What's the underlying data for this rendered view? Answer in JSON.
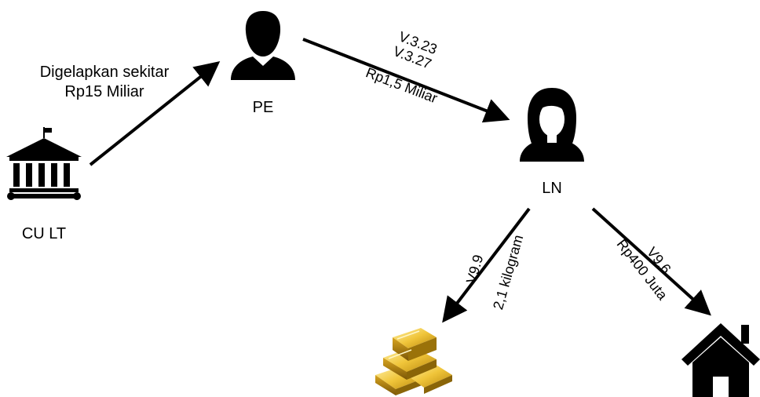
{
  "nodes": {
    "cu": {
      "label": "CU LT",
      "icon": "bank-building-icon"
    },
    "pe": {
      "label": "PE",
      "icon": "male-person-icon"
    },
    "ln": {
      "label": "LN",
      "icon": "female-person-icon"
    },
    "gold": {
      "icon": "gold-bars-icon"
    },
    "house": {
      "icon": "house-icon"
    }
  },
  "edges": {
    "cu_pe": {
      "line1": "Digelapkan sekitar",
      "line2": "Rp15 Miliar"
    },
    "pe_ln": {
      "line1": "V.3.23",
      "line2": "V.3.27",
      "line3": "Rp1,5 Miliar"
    },
    "ln_gold": {
      "line1": "V9.9",
      "line2": "2,1 kilogram"
    },
    "ln_house": {
      "line1": "V9.6",
      "line2": "Rp400 Juta"
    }
  },
  "colors": {
    "line": "#000000",
    "gold_light": "#f5d76e",
    "gold_mid": "#d4a017",
    "gold_dark": "#8a6508"
  }
}
